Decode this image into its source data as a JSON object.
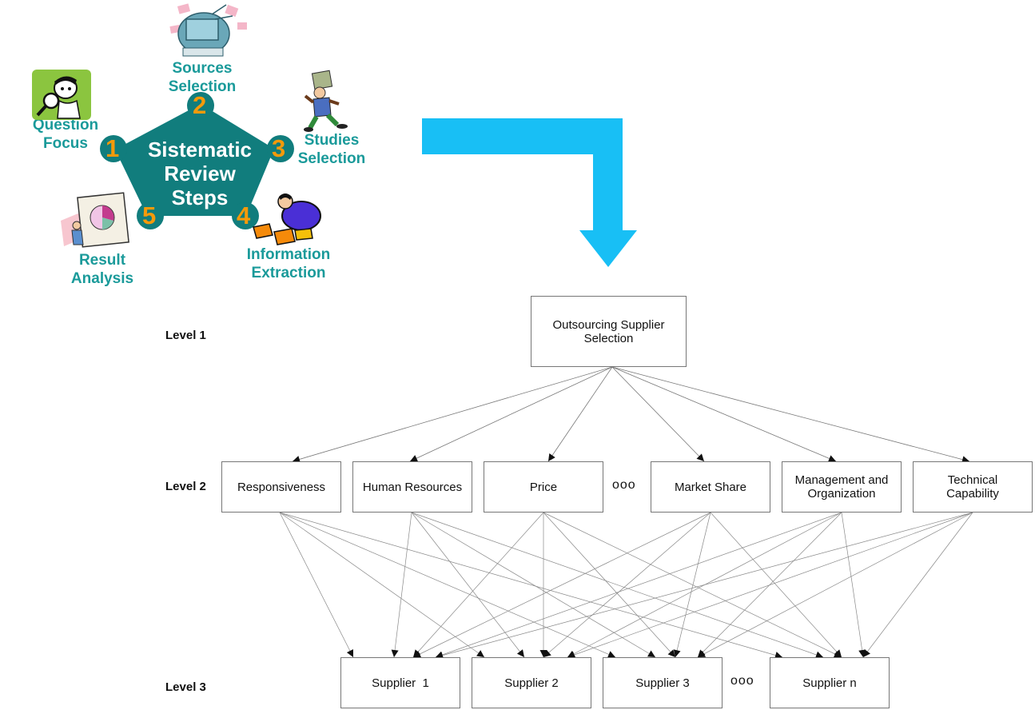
{
  "review_cycle": {
    "center_title": [
      "Sistematic",
      "Review",
      "Steps"
    ],
    "steps": [
      {
        "number": "1",
        "label": [
          "Question",
          "Focus"
        ]
      },
      {
        "number": "2",
        "label": [
          "Sources",
          "Selection"
        ]
      },
      {
        "number": "3",
        "label": [
          "Studies",
          "Selection"
        ]
      },
      {
        "number": "4",
        "label": [
          "Information",
          "Extraction"
        ]
      },
      {
        "number": "5",
        "label": [
          "Result",
          "Analysis"
        ]
      }
    ],
    "icons": [
      "magnifier-person-icon",
      "computer-papers-icon",
      "person-walking-icon",
      "puzzle-person-icon",
      "pie-chart-presentation-icon"
    ],
    "colors": {
      "pentagon": "#117d7d",
      "label": "#1a9a9a",
      "number": "#f59a0a",
      "arrow": "#18bff5"
    }
  },
  "hierarchy": {
    "levels": [
      "Level 1",
      "Level 2",
      "Level 3"
    ],
    "goal": "Outsourcing Supplier Selection",
    "criteria": [
      "Responsiveness",
      "Human Resources",
      "Price",
      "Market Share",
      "Management and Organization",
      "Technical Capability"
    ],
    "criteria_ellipsis": "ooo",
    "alternatives": [
      "Supplier  1",
      "Supplier 2",
      "Supplier 3",
      "Supplier n"
    ],
    "alternatives_ellipsis": "ooo"
  }
}
